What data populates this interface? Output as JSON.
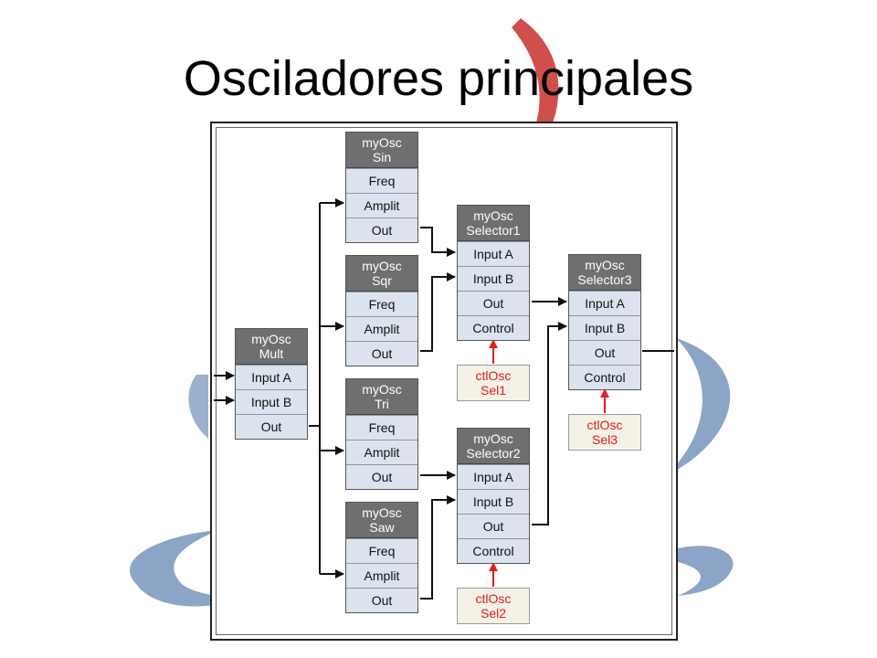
{
  "title": "Osciladores principales",
  "modules": {
    "sin": {
      "l1": "myOsc",
      "l2": "Sin",
      "ports": [
        "Freq",
        "Amplit",
        "Out"
      ]
    },
    "sqr": {
      "l1": "myOsc",
      "l2": "Sqr",
      "ports": [
        "Freq",
        "Amplit",
        "Out"
      ]
    },
    "tri": {
      "l1": "myOsc",
      "l2": "Tri",
      "ports": [
        "Freq",
        "Amplit",
        "Out"
      ]
    },
    "saw": {
      "l1": "myOsc",
      "l2": "Saw",
      "ports": [
        "Freq",
        "Amplit",
        "Out"
      ]
    },
    "mult": {
      "l1": "myOsc",
      "l2": "Mult",
      "ports": [
        "Input A",
        "Input B",
        "Out"
      ]
    },
    "sel1": {
      "l1": "myOsc",
      "l2": "Selector1",
      "ports": [
        "Input A",
        "Input B",
        "Out",
        "Control"
      ]
    },
    "sel2": {
      "l1": "myOsc",
      "l2": "Selector2",
      "ports": [
        "Input A",
        "Input B",
        "Out",
        "Control"
      ]
    },
    "sel3": {
      "l1": "myOsc",
      "l2": "Selector3",
      "ports": [
        "Input A",
        "Input B",
        "Out",
        "Control"
      ]
    }
  },
  "controls": {
    "sel1": {
      "l1": "ctlOsc",
      "l2": "Sel1"
    },
    "sel2": {
      "l1": "ctlOsc",
      "l2": "Sel2"
    },
    "sel3": {
      "l1": "ctlOsc",
      "l2": "Sel3"
    }
  },
  "colors": {
    "wire": "#111111",
    "control_wire": "#e02020",
    "header": "#6f6f6f",
    "port": "#dbe4ee",
    "control_box": "#f4f1e6",
    "control_text": "#d81c1c"
  }
}
